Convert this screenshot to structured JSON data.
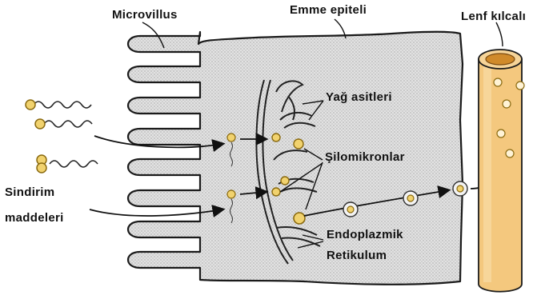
{
  "labels": {
    "microvillus": "Microvillus",
    "absorptive_epithelium": "Emme epiteli",
    "lymph_vessel": "Lenf kılcalı",
    "fatty_acids": "Yağ asitleri",
    "chylomicrons": "Şilomikronlar",
    "digestion_products_line1": "Sindirim",
    "digestion_products_line2": "maddeleri",
    "endoplasmic_line1": "Endoplazmik",
    "endoplasmic_line2": "Retikulum"
  },
  "colors": {
    "cell_fill": "#d8d8d8",
    "cell_outline": "#1a1a1a",
    "lymph_fill": "#f4c87e",
    "lymph_dark": "#d08a2a",
    "droplet_fill": "#f1d26e",
    "droplet_stroke": "#8a6a10"
  }
}
